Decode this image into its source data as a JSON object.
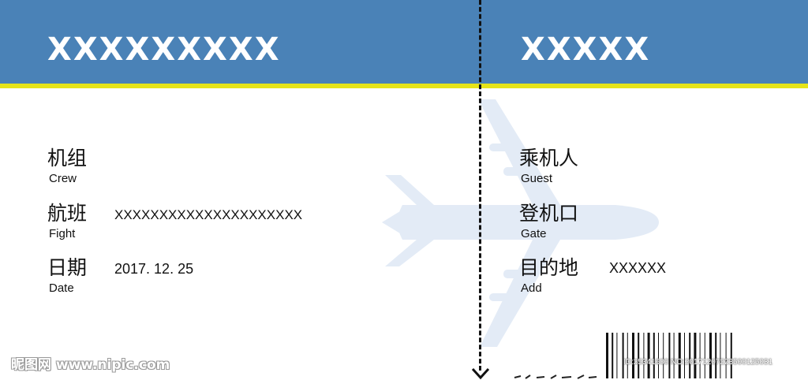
{
  "ticket": {
    "left_title": "XXXXXXXXX",
    "right_title": "XXXXX",
    "colors": {
      "header": "#4a82b7",
      "stripe": "#e6e419",
      "plane": "#e3ebf6"
    }
  },
  "left_fields": [
    {
      "cn": "机组",
      "en": "Crew",
      "value": ""
    },
    {
      "cn": "航班",
      "en": "Fight",
      "value": "XXXXXXXXXXXXXXXXXXXXX"
    },
    {
      "cn": "日期",
      "en": "Date",
      "value": "2017. 12. 25"
    }
  ],
  "right_fields": [
    {
      "cn": "乘机人",
      "en": "Guest",
      "value": ""
    },
    {
      "cn": "登机口",
      "en": "Gate",
      "value": ""
    },
    {
      "cn": "目的地",
      "en": "Add",
      "value": "XXXXXX"
    }
  ],
  "watermark": "昵图网 www.nipic.com",
  "barcode_id": "ID:25341600 NO:20171207223500125031",
  "icons": {
    "plane": "airplane-icon",
    "arrow": "arrow-down-icon",
    "barcode": "barcode-icon"
  }
}
